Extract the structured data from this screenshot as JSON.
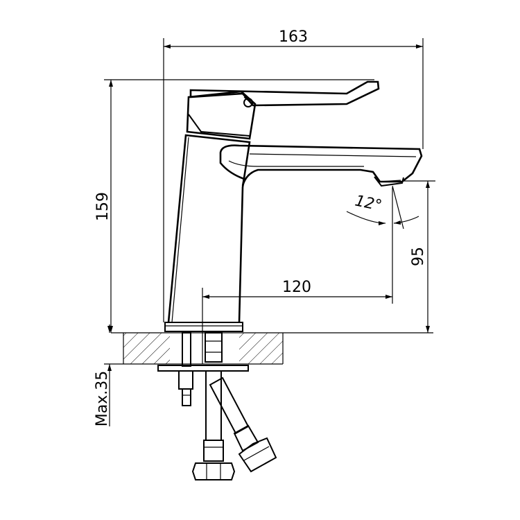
{
  "colors": {
    "ink": "#000000",
    "background": "#ffffff"
  },
  "dimensions": {
    "width": "163",
    "height": "159",
    "reach": "120",
    "spout_height": "95",
    "angle": "12°",
    "deck_thickness": "Max.35"
  }
}
